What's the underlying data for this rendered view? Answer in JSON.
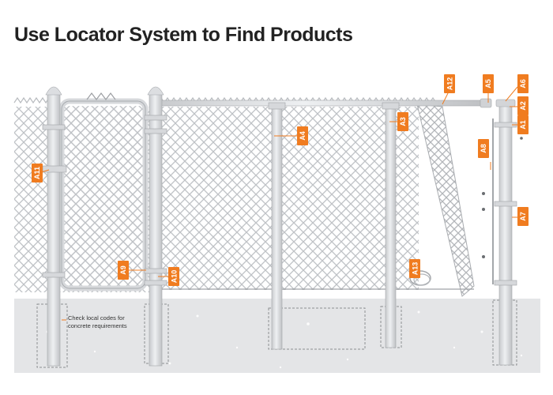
{
  "title": "Use Locator System to Find Products",
  "note": {
    "line1": "Check local codes for",
    "line2": "concrete requirements"
  },
  "colors": {
    "accent": "#f07c20",
    "mesh": "#bfc2c6",
    "post": "#d9dbde",
    "concrete": "#e3e4e6"
  },
  "callouts": [
    {
      "id": "A1",
      "label": "A1"
    },
    {
      "id": "A2",
      "label": "A2"
    },
    {
      "id": "A3",
      "label": "A3"
    },
    {
      "id": "A4",
      "label": "A4"
    },
    {
      "id": "A5",
      "label": "A5"
    },
    {
      "id": "A6",
      "label": "A6"
    },
    {
      "id": "A7",
      "label": "A7"
    },
    {
      "id": "A8",
      "label": "A8"
    },
    {
      "id": "A9",
      "label": "A9"
    },
    {
      "id": "A10",
      "label": "A10"
    },
    {
      "id": "A11",
      "label": "A11"
    },
    {
      "id": "A12",
      "label": "A12"
    },
    {
      "id": "A13",
      "label": "A13"
    }
  ]
}
